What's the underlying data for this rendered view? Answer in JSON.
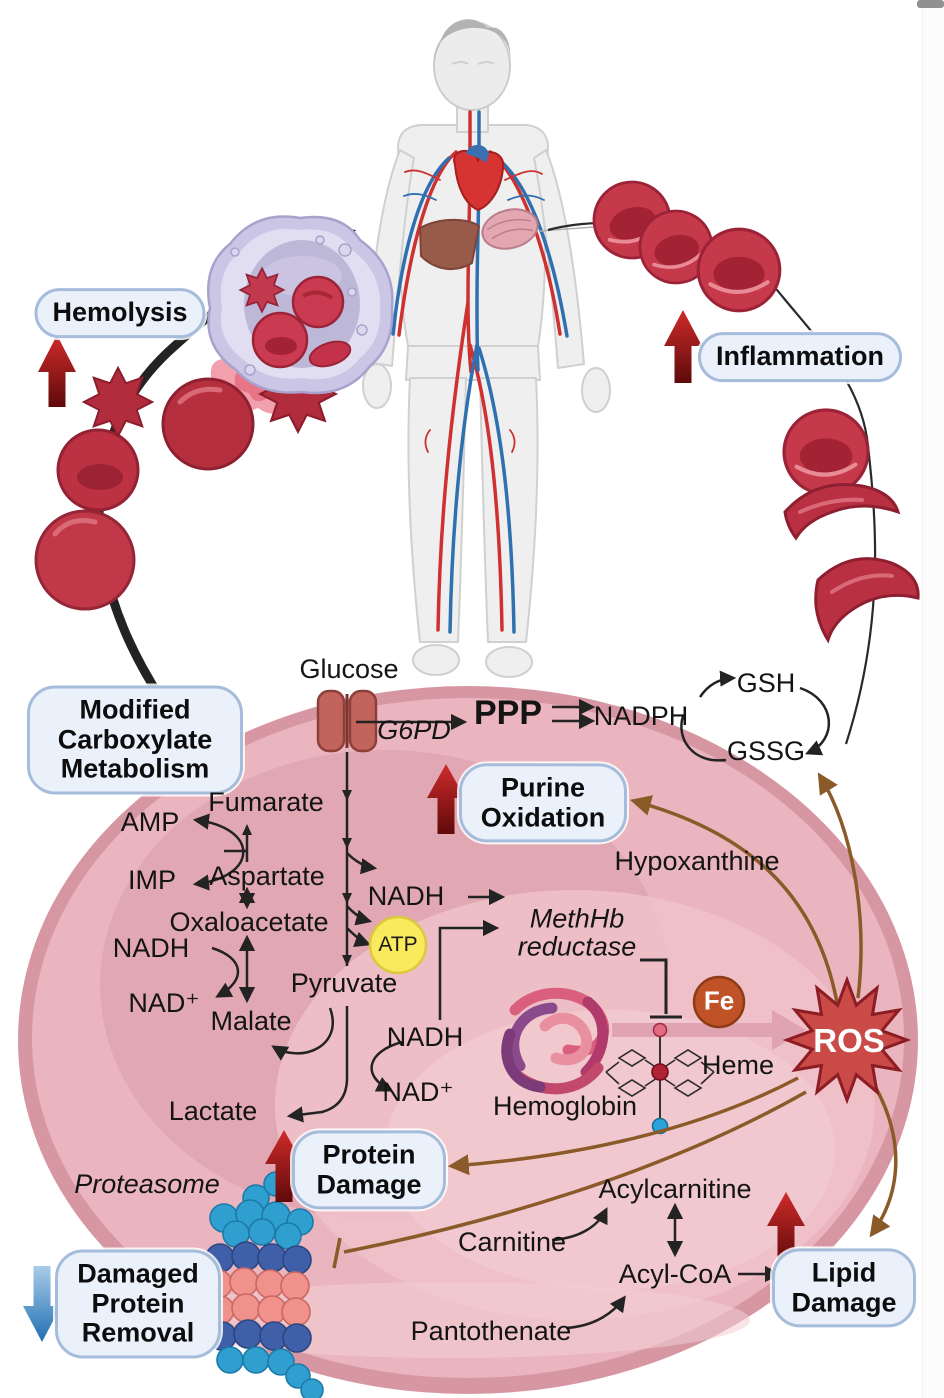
{
  "figure_type": "red-blood-cell metabolism pathway diagram",
  "colors": {
    "pill_bg": "#ebf1fb",
    "pill_border": "#a6bcdb",
    "cell_pink": "#eab5be",
    "cell_rim": "#d697a3",
    "arrow_red_bright": "#cf2b2b",
    "arrow_red_dark": "#5f0a0a",
    "arrow_blue": "#1f6fb2",
    "brown_arrow": "#8a5a28",
    "ros_fill": "#c94a46",
    "fe_fill": "#c05227",
    "atp_fill": "#f8e95d",
    "black_arrow": "#232323"
  },
  "pills": {
    "hemolysis": "Hemolysis",
    "inflammation": "Inflammation",
    "modified_carboxylate": "Modified Carboxylate Metabolism",
    "purine_oxidation": "Purine Oxidation",
    "protein_damage": "Protein Damage",
    "damaged_protein_removal": "Damaged Protein Removal",
    "lipid_damage": "Lipid Damage"
  },
  "pathway": {
    "glucose": "Glucose",
    "g6pd": "G6PD",
    "ppp": "PPP",
    "nadph": "NADPH",
    "gsh": "GSH",
    "gssg": "GSSG",
    "hypoxanthine": "Hypoxanthine",
    "fumarate": "Fumarate",
    "amp": "AMP",
    "imp": "IMP",
    "aspartate": "Aspartate",
    "oxaloacetate": "Oxaloacetate",
    "nadh": "NADH",
    "nad_plus": "NAD⁺",
    "malate": "Malate",
    "pyruvate": "Pyruvate",
    "atp": "ATP",
    "lactate": "Lactate",
    "methhb_reductase": "MethHb reductase",
    "fe": "Fe",
    "heme": "Heme",
    "hemoglobin": "Hemoglobin",
    "ros": "ROS",
    "proteasome": "Proteasome",
    "carnitine": "Carnitine",
    "acylcarnitine": "Acylcarnitine",
    "acyl_coa": "Acyl-CoA",
    "pantothenate": "Pantothenate"
  }
}
